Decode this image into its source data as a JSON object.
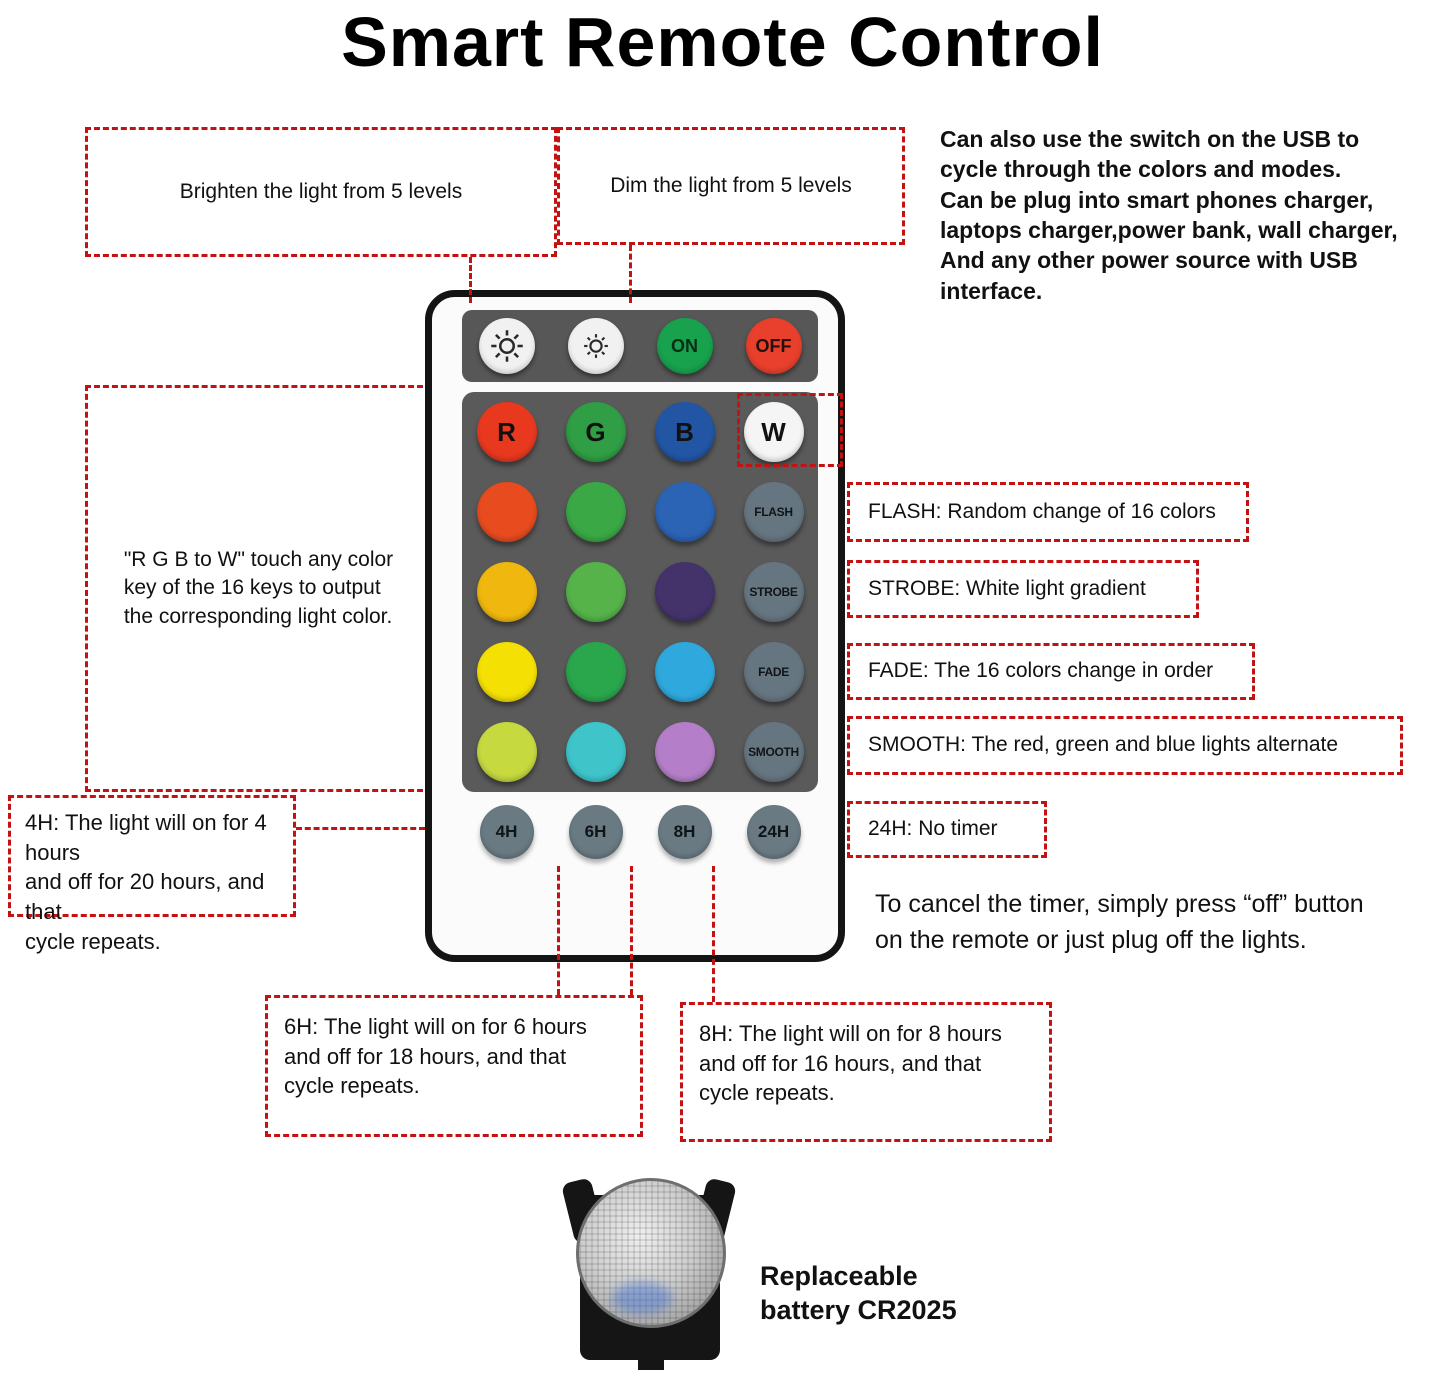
{
  "title": "Smart Remote Control",
  "colors": {
    "annotation_accent": "#c41212",
    "remote_body": "#fbfbfb",
    "remote_outline": "#141414",
    "panel_gray": "#5a5a5a"
  },
  "annotations": {
    "brighten": "Brighten the light from 5 levels",
    "dim": "Dim the light from 5 levels",
    "usb_note": "Can also use the switch on the USB to\ncycle through the colors and modes.\nCan be plug into smart phones charger,\nlaptops charger,power bank, wall charger,\nAnd any other power source with USB\ninterface.",
    "rgb_note": "\"R G B to W\" touch any color\nkey of the 16 keys to output\nthe corresponding light color.",
    "flash": "FLASH: Random change of 16 colors",
    "strobe": "STROBE: White light gradient",
    "fade": "FADE: The 16 colors change in order",
    "smooth": "SMOOTH: The red, green and blue lights alternate",
    "timer_24h": "24H: No timer",
    "timer_4h": "4H: The light will on for 4 hours\nand off for 20 hours, and that\ncycle repeats.",
    "timer_6h": "6H: The light will on for 6 hours\nand off for 18 hours, and that\ncycle repeats.",
    "timer_8h": "8H: The light will on for 8 hours\nand off for 16 hours, and that\ncycle repeats.",
    "cancel_note": "To cancel the timer, simply press “off” button\non the remote or just plug off the lights.",
    "battery_note": "Replaceable\nbattery CR2025"
  },
  "remote": {
    "power": [
      {
        "label": "",
        "bg": "#f1f1f1"
      },
      {
        "label": "",
        "bg": "#f1f1f1"
      },
      {
        "label": "ON",
        "bg": "#18a24d",
        "fg": "#0a2e14"
      },
      {
        "label": "OFF",
        "bg": "#e8402c",
        "fg": "#26100c"
      }
    ],
    "grid": [
      {
        "label": "R",
        "bg": "#e8391f",
        "fg": "#111111"
      },
      {
        "label": "G",
        "bg": "#2f9e44",
        "fg": "#111111"
      },
      {
        "label": "B",
        "bg": "#2256a5",
        "fg": "#111111"
      },
      {
        "label": "W",
        "bg": "#f5f5f5",
        "fg": "#111111"
      },
      {
        "label": "",
        "bg": "#e84b1e"
      },
      {
        "label": "",
        "bg": "#3aa845"
      },
      {
        "label": "",
        "bg": "#2b63b5"
      },
      {
        "label": "FLASH",
        "bg": "#667680",
        "fg": "#101418"
      },
      {
        "label": "",
        "bg": "#f0b80e"
      },
      {
        "label": "",
        "bg": "#55b34a"
      },
      {
        "label": "",
        "bg": "#44336b"
      },
      {
        "label": "STROBE",
        "bg": "#667680",
        "fg": "#101418"
      },
      {
        "label": "",
        "bg": "#f5e003"
      },
      {
        "label": "",
        "bg": "#2aa64c"
      },
      {
        "label": "",
        "bg": "#2fa9dd"
      },
      {
        "label": "FADE",
        "bg": "#667680",
        "fg": "#101418"
      },
      {
        "label": "",
        "bg": "#c6d93f"
      },
      {
        "label": "",
        "bg": "#3ec4c9"
      },
      {
        "label": "",
        "bg": "#b47fc8"
      },
      {
        "label": "SMOOTH",
        "bg": "#667680",
        "fg": "#101418"
      }
    ],
    "timers": [
      {
        "label": "4H"
      },
      {
        "label": "6H"
      },
      {
        "label": "8H"
      },
      {
        "label": "24H"
      }
    ],
    "timer_bg": "#6a7a83"
  }
}
